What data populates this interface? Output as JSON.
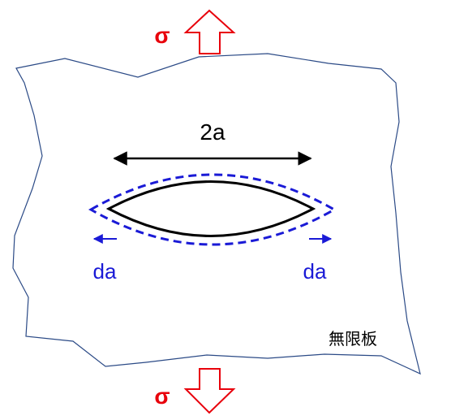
{
  "labels": {
    "sigma_top": "σ",
    "sigma_bottom": "σ",
    "crack_length": "2a",
    "da_left": "da",
    "da_right": "da",
    "plate": "無限板"
  },
  "colors": {
    "stress_arrow": "#e8000b",
    "crack_outline": "#000000",
    "growth": "#1a1ad6",
    "plate_edge": "#2b4a86",
    "text": "#000000"
  }
}
